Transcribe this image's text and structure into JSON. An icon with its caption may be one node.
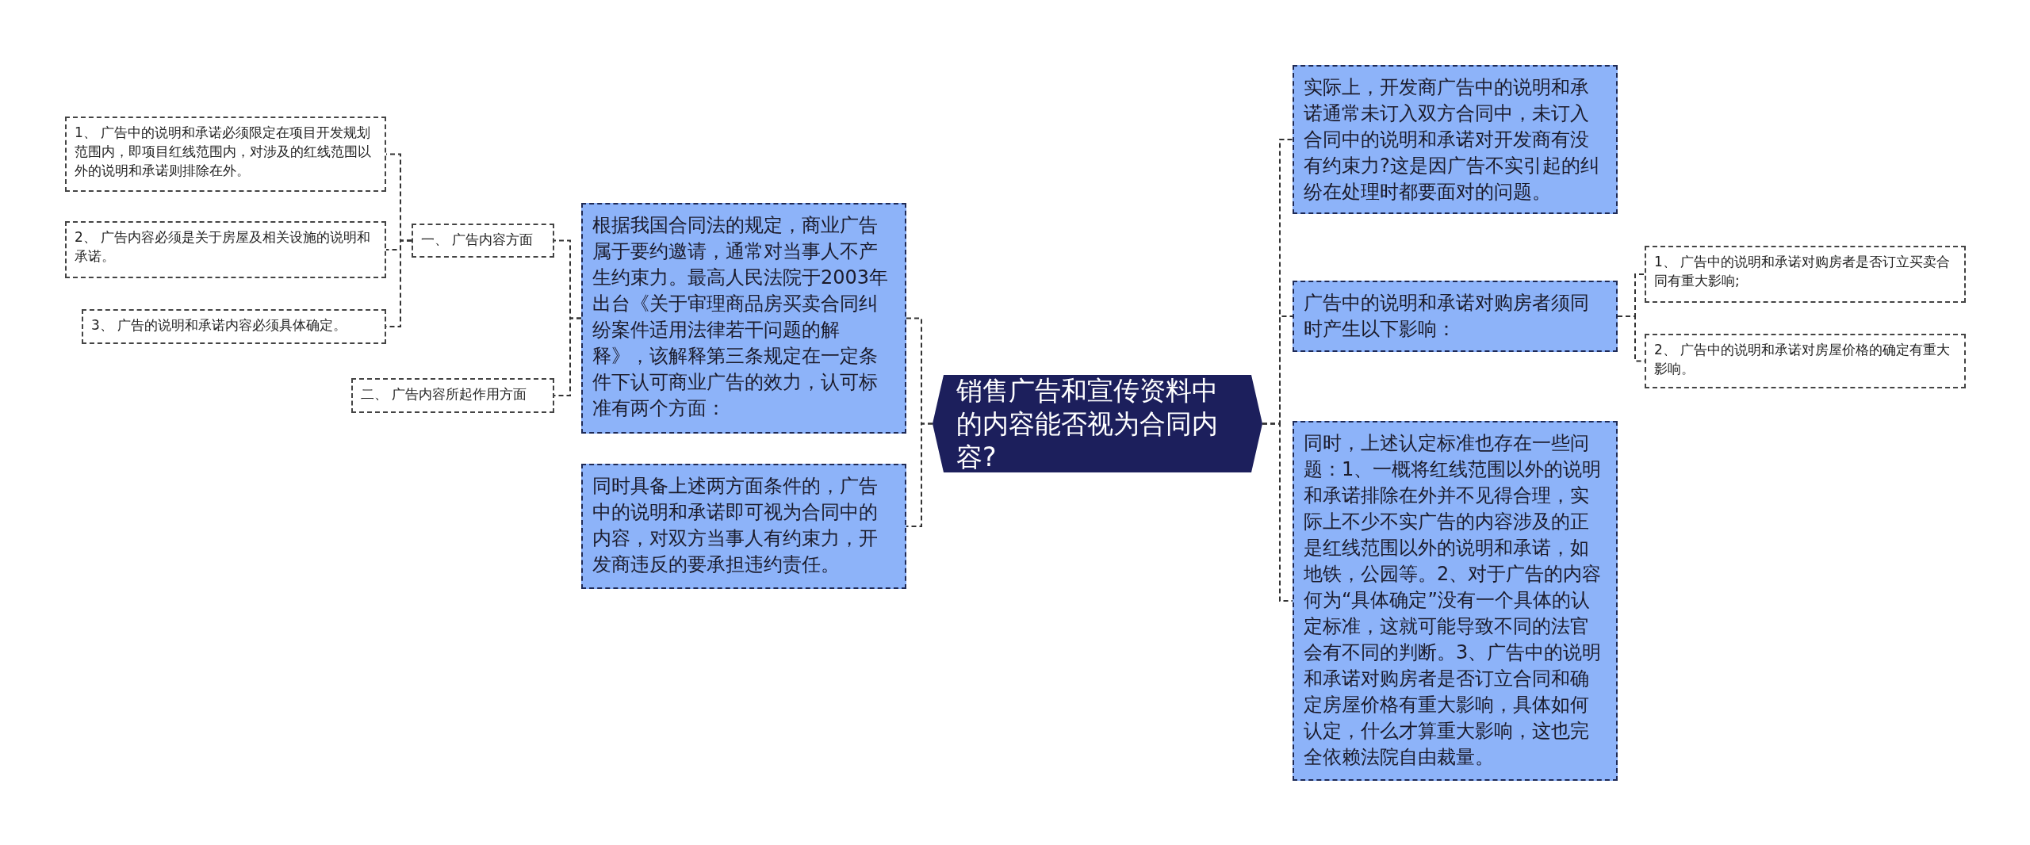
{
  "diagram": {
    "nodes": [
      {
        "text": [
          "销售广告和宣传资料中的内容能否视为合同内容?"
        ]
      },
      {
        "text": [
          "根据我国合同法的规定，商业广告属于要约邀请，通常对当事人不产生约束力。最高人民法院于2003年出台《关于审理商品房买卖合同纠纷案件适用法律若干问题的解释》，该解释第三条规定在一定条件下认可商业广告的效力，认可标准有两个方面："
        ]
      },
      {
        "text": [
          "同时具备上述两方面条件的，广告中的说明和承诺即可视为合同中的内容，对双方当事人有约束力，开发商违反的要承担违约责任。"
        ]
      },
      {
        "text": [
          "一、 广告内容方面"
        ]
      },
      {
        "text": [
          "二、 广告内容所起作用方面"
        ]
      },
      {
        "text": [
          "1、 广告中的说明和承诺必须限定在项目开发规划范围内，即项目红线范围内，对涉及的红线范围以外的说明和承诺则排除在外。"
        ]
      },
      {
        "text": [
          "2、 广告内容必须是关于房屋及相关设施的说明和承诺。"
        ]
      },
      {
        "text": [
          "3、 广告的说明和承诺内容必须具体确定。"
        ]
      },
      {
        "text": [
          "实际上，开发商广告中的说明和承诺通常未订入双方合同中，未订入合同中的说明和承诺对开发商有没有约束力?这是因广告不实引起的纠纷在处理时都要面对的问题。"
        ]
      },
      {
        "text": [
          "广告中的说明和承诺对购房者须同时产生以下影响："
        ]
      },
      {
        "text": [
          "同时，上述认定标准也存在一些问题：1、一概将红线范围以外的说明和承诺排除在外并不见得合理，实际上不少不实广告的内容涉及的正是红线范围以外的说明和承诺，如地铁，公园等。2、对于广告的内容何为“具体确定”没有一个具体的认定标准，这就可能导致不同的法官会有不同的判断。3、广告中的说明和承诺对购房者是否订立合同和确定房屋价格有重大影响，具体如何认定，什么才算重大影响，这也完全依赖法院自由裁量。"
        ]
      },
      {
        "text": [
          "1、 广告中的说明和承诺对购房者是否订立买卖合同有重大影响;"
        ]
      },
      {
        "text": [
          "2、 广告中的说明和承诺对房屋价格的确定有重大影响。"
        ]
      }
    ],
    "edges": [
      {
        "from": 0,
        "to": 1,
        "arrow": "none"
      },
      {
        "from": 0,
        "to": 2,
        "arrow": "none"
      },
      {
        "from": 1,
        "to": 3,
        "arrow": "none"
      },
      {
        "from": 1,
        "to": 4,
        "arrow": "none"
      },
      {
        "from": 3,
        "to": 5,
        "arrow": "none"
      },
      {
        "from": 3,
        "to": 6,
        "arrow": "none"
      },
      {
        "from": 3,
        "to": 7,
        "arrow": "none"
      },
      {
        "from": 0,
        "to": 8,
        "arrow": "none"
      },
      {
        "from": 0,
        "to": 9,
        "arrow": "none"
      },
      {
        "from": 0,
        "to": 10,
        "arrow": "none"
      },
      {
        "from": 9,
        "to": 11,
        "arrow": "none"
      },
      {
        "from": 9,
        "to": 12,
        "arrow": "none"
      }
    ]
  }
}
